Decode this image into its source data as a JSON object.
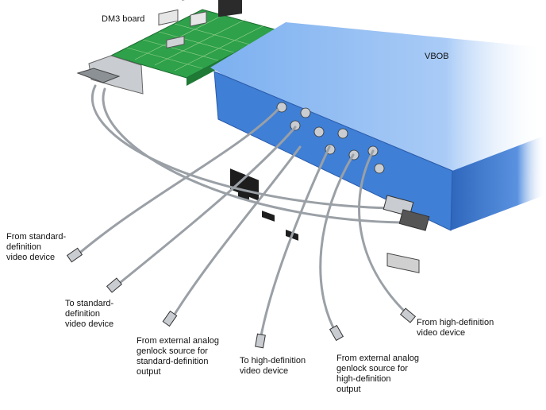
{
  "labels": {
    "dm3_board": "DM3 board",
    "vbob": "VBOB",
    "sd_from": "From standard-\ndefinition\nvideo device",
    "sd_to": "To standard-\ndefinition\nvideo device",
    "genlock_sd": "From external analog\ngenlock source for\nstandard-definition\noutput",
    "hd_to": "To high-definition\nvideo device",
    "genlock_hd": "From external analog\ngenlock source for\nhigh-definition\noutput",
    "hd_from": "From high-definition\nvideo device"
  },
  "colors": {
    "vbob_blue": "#3f7fd6",
    "board_green": "#2ea14a",
    "cable_gray": "#9aa0a6",
    "connector_silver": "#c9ccd0"
  }
}
